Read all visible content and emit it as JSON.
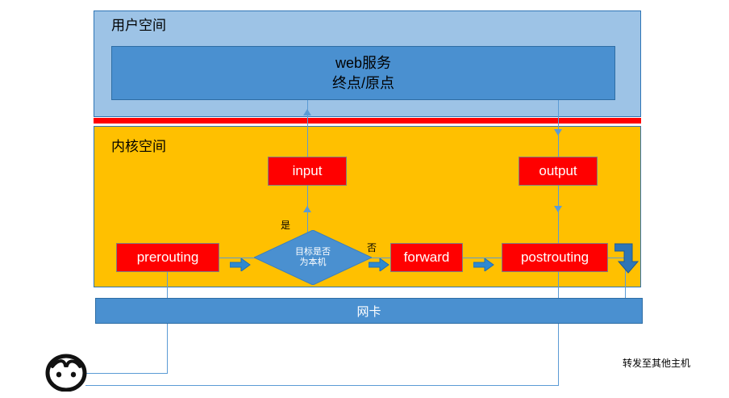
{
  "diagram": {
    "title": "netfilter packet flow",
    "zones": {
      "user_space": "用户空间",
      "kernel_space": "内核空间"
    },
    "boxes": {
      "web_service_line1": "web服务",
      "web_service_line2": "终点/原点",
      "nic": "网卡"
    },
    "chains": {
      "input": "input",
      "output": "output",
      "prerouting": "prerouting",
      "forward": "forward",
      "postrouting": "postrouting"
    },
    "decision": {
      "line1": "目标是否",
      "line2": "为本机"
    },
    "edge_labels": {
      "yes": "是",
      "no": "否"
    },
    "notes": {
      "forward_to_other_host": "转发至其他主机"
    },
    "icons": {
      "client": "face-icon"
    },
    "colors": {
      "user_space_fill": "#9dc3e6",
      "kernel_space_fill": "#ffc000",
      "chain_fill": "#ff0000",
      "blue_box_fill": "#4a90d0",
      "connector": "#5b9bd5",
      "block_arrow": "#2e75b6",
      "separator": "#ff0000"
    }
  }
}
